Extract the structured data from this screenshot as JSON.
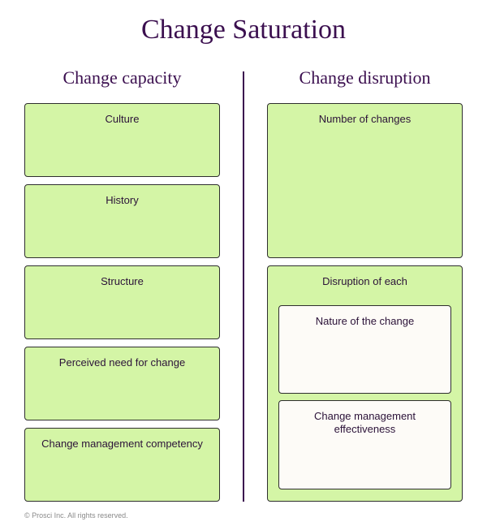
{
  "title": "Change Saturation",
  "left_column": {
    "heading": "Change capacity",
    "boxes": [
      "Culture",
      "History",
      "Structure",
      "Perceived need for change",
      "Change management competency"
    ]
  },
  "right_column": {
    "heading": "Change disruption",
    "number_box": "Number of changes",
    "disruption_box": {
      "label": "Disruption of each",
      "inner": [
        "Nature of the change",
        "Change management effectiveness"
      ]
    }
  },
  "footer": "© Prosci Inc. All rights reserved.",
  "colors": {
    "title": "#3b0f4f",
    "box_fill": "#d4f5a6",
    "inner_box_fill": "#fdfbf7",
    "border": "#2f2f2f"
  }
}
